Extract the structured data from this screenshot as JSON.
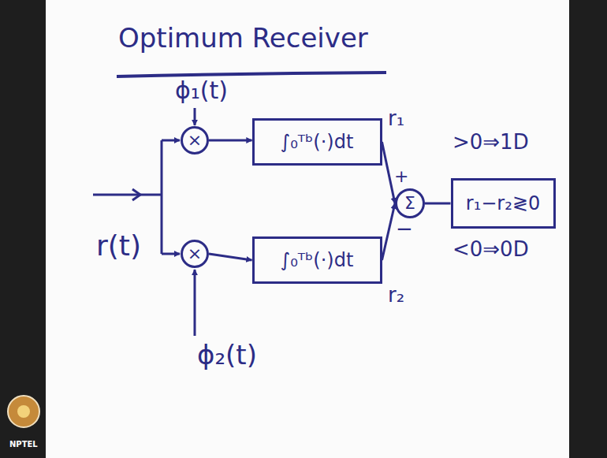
{
  "diagram": {
    "title": "Optimum Receiver",
    "nodes": [
      {
        "text": [
          "×"
        ]
      },
      {
        "text": [
          "∫₀ᵀᵇ(·)dt"
        ]
      },
      {
        "text": [
          "Σ"
        ]
      },
      {
        "text": [
          "r₁−r₂≷0"
        ]
      },
      {
        "text": [
          "×"
        ]
      },
      {
        "text": [
          "∫₀ᵀᵇ(·)dt"
        ]
      }
    ],
    "edges": [
      {
        "from": 0,
        "to": 1,
        "arrow": "to"
      },
      {
        "from": 1,
        "to": 2,
        "label": "r₁",
        "arrow": "to"
      },
      {
        "from": 5,
        "to": 2,
        "label": "r₂",
        "arrow": "to"
      },
      {
        "from": 2,
        "to": 3,
        "arrow": "none"
      },
      {
        "from": 4,
        "to": 5,
        "arrow": "to"
      }
    ],
    "labels": [
      "ϕ₁(t)",
      "+",
      ">0⇒1D",
      "r(t)",
      "−",
      "<0⇒0D",
      "ϕ₂(t)",
      "NPTEL"
    ]
  }
}
